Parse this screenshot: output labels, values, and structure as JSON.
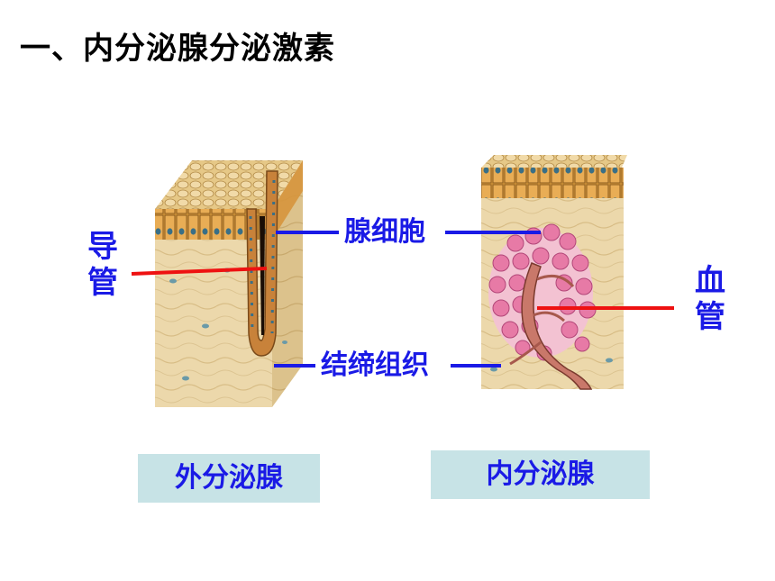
{
  "title": "一、内分泌腺分泌激素",
  "labels": {
    "duct": [
      "导",
      "管"
    ],
    "blood_vessel": [
      "血",
      "管"
    ],
    "gland_cell": "腺细胞",
    "connective_tissue": "结缔组织"
  },
  "captions": {
    "exocrine": "外分泌腺",
    "endocrine": "内分泌腺"
  },
  "colors": {
    "label_text": "#1a1ae6",
    "pointer_red": "#ee1111",
    "pointer_blue": "#1a1ae6",
    "caption_bg": "#c7e3e6",
    "tissue": "#e9d4a6",
    "cell_pink": "#e77aa6"
  }
}
